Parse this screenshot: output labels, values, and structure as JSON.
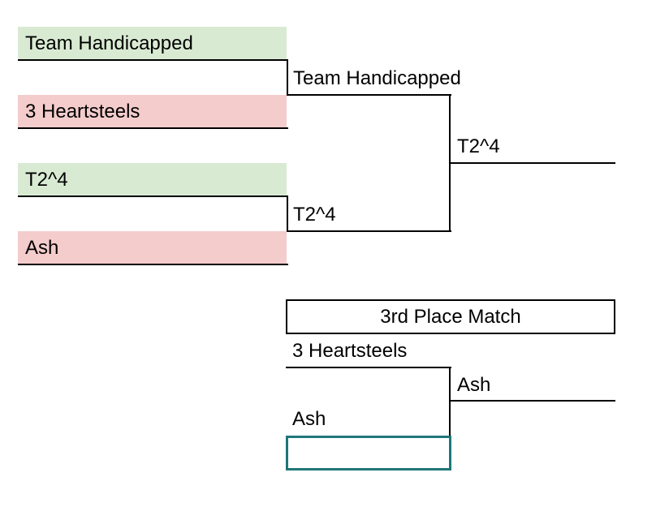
{
  "bracket": {
    "round1": {
      "match1": {
        "top": "Team Handicapped",
        "bottom": "3 Heartsteels",
        "winner": "Team Handicapped"
      },
      "match2": {
        "top": "T2^4",
        "bottom": "Ash",
        "winner": "T2^4"
      }
    },
    "final": {
      "winner": "T2^4"
    },
    "third_place": {
      "title": "3rd Place Match",
      "top": "3 Heartsteels",
      "bottom": "Ash",
      "winner": "Ash"
    }
  },
  "colors": {
    "winner_fill": "#d9ead3",
    "loser_fill": "#f4cccc",
    "selection_border": "#1f7679"
  }
}
